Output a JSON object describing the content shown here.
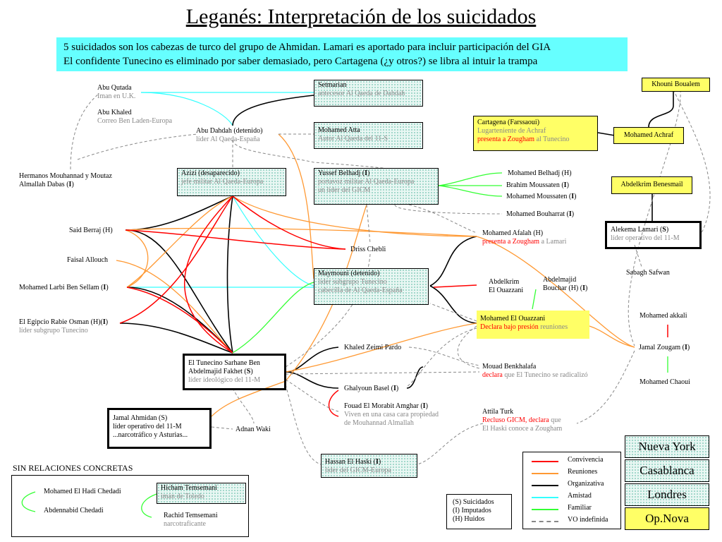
{
  "title": "Leganés: Interpretación de los suicidados",
  "banner": {
    "line1": "5 suicidados son los cabezas de turco del grupo de Ahmidan. Lamari es aportado para incluir participación del GIA",
    "line2": "El confidente Tunecino es eliminado por saber demasiado, pero Cartagena (¿y otros?) se libra al intuir la trampa"
  },
  "people": {
    "abu_qutada": {
      "name": "Abu Qutada",
      "role": "Iman en U.K."
    },
    "abu_khaled": {
      "name": "Abu Khaled",
      "role": "Correo Ben Laden-Europa"
    },
    "abu_dahdah": {
      "name": "Abu Dahdah (detenido)",
      "role": "líder Al Qaeda-España"
    },
    "hermanos": {
      "line1": "Hermanos Mouhannad y Moutaz",
      "line2": "Almallah Dabas",
      "tag": "I"
    },
    "setmarian": {
      "name": "Setmarian",
      "role": "antecesor Al Qaeda de Dahdah"
    },
    "atta": {
      "name": "Mohamed Atta",
      "role": "Autor Al Qaeda del 11-S"
    },
    "azizi": {
      "name": "Azizi (desaparecido)",
      "role": "jefe militar Al Qaeda-Europa"
    },
    "belhadj": {
      "name": "Yussef Belhadj (",
      "tag": "I",
      "close": ")",
      "role1": "portavoz militar Al Qaeda-Europa",
      "role2": "un líder del GICM"
    },
    "cartagena": {
      "name": "Cartagena (Farssaoui)",
      "role": "Lugarteniente de Achraf",
      "red": "presenta a Zougham",
      "rest": " al Tunecino"
    },
    "khouni": {
      "name": "Khouni Boualem"
    },
    "achraf": {
      "name": "Mohamed Achraf"
    },
    "benesmail": {
      "name": "Abdelkrim Benesmail"
    },
    "m_belhadj": {
      "name": "Mohamed Belhadj (H)"
    },
    "brahim": {
      "name": "Brahim Moussaten (",
      "tag": "I",
      "close": ")"
    },
    "m_moussaten": {
      "name": "Mohamed  Moussaten (",
      "tag": "I",
      "close": ")"
    },
    "bouharrat": {
      "name": "Mohamed Bouharrat (",
      "tag": "I",
      "close": ")"
    },
    "lamari": {
      "name": "Alekema Lamari (",
      "tag": "S",
      "close": ")",
      "role": "líder operativo del 11-M"
    },
    "sabagh": {
      "name": "Sabagh Safwan"
    },
    "afalah": {
      "name": "Mohamed Afalah (H)",
      "red": "presenta a Zougham",
      "rest": " a Lamari"
    },
    "berraj": {
      "name": "Said Berraj (H)"
    },
    "allouch": {
      "name": "Faisal Allouch"
    },
    "ben_sellam": {
      "name": "Mohamed Larbi Ben Sellam (",
      "tag": "I",
      "close": ")"
    },
    "egipcio": {
      "name": "El Egipcio Rabie Osman (H)(",
      "tag": "I",
      "close": ")",
      "role": "líder subgrupo Tunecino"
    },
    "chebli": {
      "name": "Driss Chebli"
    },
    "maymouni": {
      "name": "Maymouni (detenido)",
      "role1": "líder subgrupo Tunecino",
      "role2": "cabecilla de Al Qaeda-España"
    },
    "abdelkrim_ouazzani": {
      "line1": "Abdelkrim",
      "line2": "El Ouazzani"
    },
    "bouchar": {
      "line1": "Abdelmajid",
      "line2": "Bouchar (H) (",
      "tag": "I",
      "close": ")"
    },
    "el_ouazzani": {
      "name": "Mohamed El Ouazzani",
      "red": "Declara bajo presión",
      "rest": " reuniones"
    },
    "akkali": {
      "name": "Mohamed akkali"
    },
    "zougam": {
      "name": "Jamal Zougam (",
      "tag": "I",
      "close": ")"
    },
    "chaoui": {
      "name": "Mohamed Chaoui"
    },
    "zeimi": {
      "name": "Khaled Zeimi Pardo"
    },
    "tunecino": {
      "line1": "El Tunecino Sarhane Ben",
      "line2": "Abdelmajid Fakhet (",
      "tag": "S",
      "close": ")",
      "role": "líder ideológico del 11-M"
    },
    "benkhalafa": {
      "name": "Mouad Benkhalafa",
      "red": "declara",
      "rest": " que El Tunecino se radicalizó"
    },
    "ghalyoun": {
      "name": "Ghalyoun Basel (",
      "tag": "I",
      "close": ")"
    },
    "morabit": {
      "name": "Fouad El Morabit Amghar (",
      "tag": "I",
      "close": ")",
      "role1": "Viven en una casa cara propiedad",
      "role2": "de Mouhannad Almallah"
    },
    "ahmidan": {
      "line1": "Jamal Ahmidan (S)",
      "line2": "líder operativo del 11-M",
      "line3": "...narcotráfico y Asturias..."
    },
    "adnan": {
      "name": "Adnan Waki"
    },
    "attila": {
      "name": "Attila Turk",
      "red": "Recluso GICM, declara",
      "rest": " que",
      "line3": "El Haski conoce a Zougham"
    },
    "haski": {
      "name": "Hassan El Haski (",
      "tag": "I",
      "close": ")",
      "role": "líder del GICM-Europa"
    }
  },
  "no_relations": {
    "heading": "SIN RELACIONES CONCRETAS",
    "chedadi1": "Mohamed El Hadi Chedadi",
    "chedadi2": "Abdennabid Chedadi",
    "temsemani_h": {
      "name": "Hicham Temsemani",
      "role": "imán de Toledo"
    },
    "temsemani_r": {
      "name": "Rachid Temsemani",
      "role": "narcotraficante"
    }
  },
  "abbrev": {
    "s": "(S)  Suicidados",
    "i": "(I)   Imputados",
    "h": "(H) Huidos"
  },
  "legend": [
    {
      "label": "Convivencia",
      "color": "#ff0000",
      "style": "solid"
    },
    {
      "label": "Reuniones",
      "color": "#ff9933",
      "style": "solid"
    },
    {
      "label": "Organizativa",
      "color": "#000000",
      "style": "solid"
    },
    {
      "label": "Amistad",
      "color": "#33ffff",
      "style": "solid"
    },
    {
      "label": "Familiar",
      "color": "#33ff33",
      "style": "solid"
    },
    {
      "label": "VO indefinida",
      "color": "#888888",
      "style": "dashed"
    }
  ],
  "cities": {
    "ny": "Nueva York",
    "casa": "Casablanca",
    "london": "Londres",
    "opnova": "Op.Nova"
  },
  "colors": {
    "convivencia": "#ff0000",
    "reuniones": "#ff9933",
    "organizativa": "#000000",
    "amistad": "#33ffff",
    "familiar": "#33ff33",
    "indefinida": "#888888",
    "banner": "#66ffff",
    "opnova": "#ffff66"
  }
}
